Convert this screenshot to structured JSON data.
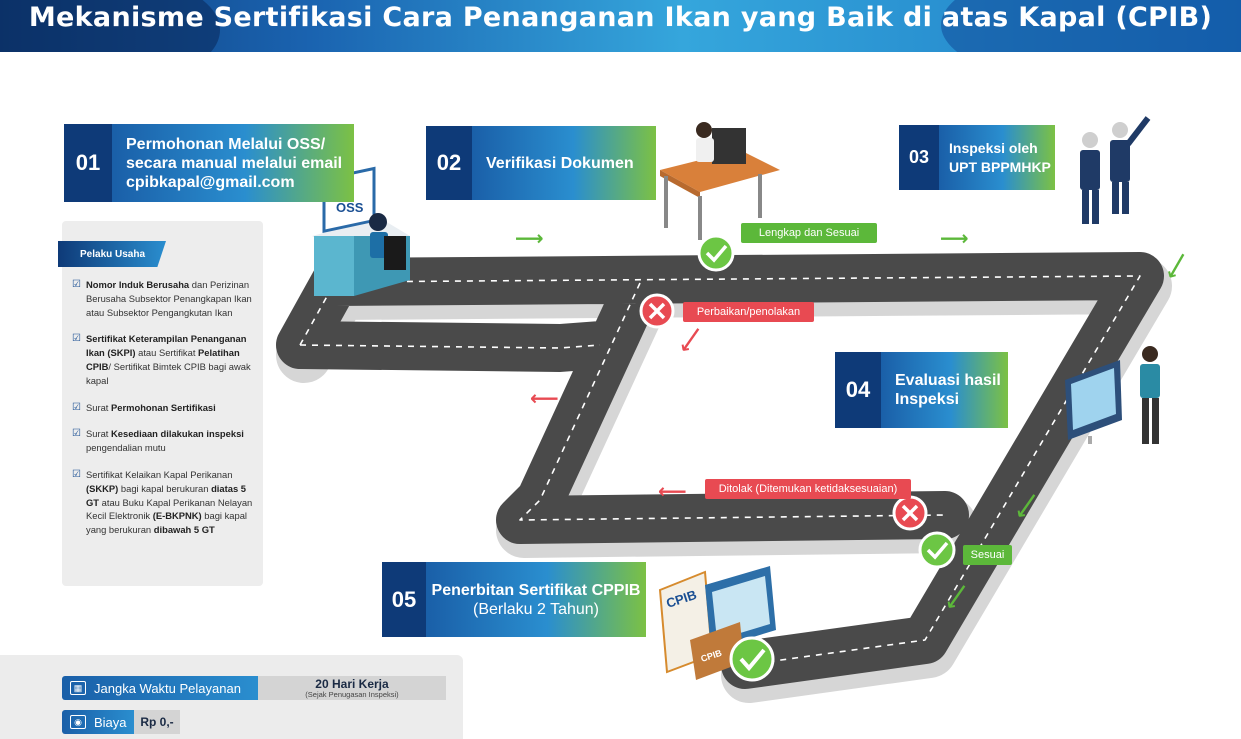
{
  "header": {
    "title": "Mekanisme Sertifikasi Cara Penanganan Ikan yang Baik di atas Kapal (CPIB)"
  },
  "steps": [
    {
      "num": "01",
      "line1": "Permohonan Melalui OSS/",
      "line2": "secara manual melalui email",
      "line3": "cpibkapal@gmail.com"
    },
    {
      "num": "02",
      "line1": "Verifikasi Dokumen"
    },
    {
      "num": "03",
      "line1": "Inspeksi oleh",
      "line2": "UPT BPPMHKP"
    },
    {
      "num": "04",
      "line1": "Evaluasi hasil",
      "line2": "Inspeksi"
    },
    {
      "num": "05",
      "line1": "Penerbitan Sertifikat CPPIB",
      "line2": "(Berlaku 2 Tahun)"
    }
  ],
  "requirements": {
    "title": "Pelaku Usaha",
    "items": [
      {
        "bold1": "Nomor Induk Berusaha",
        "text1": " dan Perizinan Berusaha Subsektor Penangkapan Ikan atau Subsektor Pengangkutan Ikan"
      },
      {
        "bold1": "Sertifikat Keterampilan Penanganan Ikan (SKPI)",
        "text1": " atau Sertifikat ",
        "bold2": "Pelatihan CPIB",
        "text2": "/ Sertifikat Bimtek CPIB bagi awak kapal"
      },
      {
        "text1": "Surat ",
        "bold1": "Permohonan Sertifikasi"
      },
      {
        "text1": "Surat ",
        "bold1": "Kesediaan dilakukan inspeksi",
        "text2": " pengendalian mutu"
      },
      {
        "text1": "Sertifikat Kelaikan Kapal Perikanan ",
        "bold1": "(SKKP)",
        "text2": " bagi kapal berukuran ",
        "bold2": "diatas 5 GT",
        "text3": " atau Buku Kapal Perikanan Nelayan Kecil Elektronik ",
        "bold3": "(E-BKPNK)",
        "text4": " bagi kapal yang berukuran ",
        "bold4": "dibawah 5 GT"
      }
    ]
  },
  "labels": {
    "lengkap": "Lengkap dan Sesuai",
    "perbaikan": "Perbaikan/penolakan",
    "ditolak": "Ditolak (Ditemukan ketidaksesuaian)",
    "sesuai": "Sesuai",
    "oss": "OSS",
    "cpib_doc": "CPIB",
    "cpib_folder": "CPIB"
  },
  "service": {
    "time_label": "Jangka Waktu Pelayanan",
    "time_value": "20 Hari Kerja",
    "time_note": "(Sejak Penugasan Inspeksi)",
    "cost_label": "Biaya",
    "cost_value": "Rp 0,-"
  },
  "colors": {
    "navy": "#0e3a78",
    "blue": "#2a8ecf",
    "green": "#5cb83a",
    "red": "#e84a52",
    "road": "#4a4a4a"
  },
  "icons": [
    "calendar-icon",
    "money-icon",
    "check-icon",
    "cross-icon",
    "arrow-icon"
  ]
}
